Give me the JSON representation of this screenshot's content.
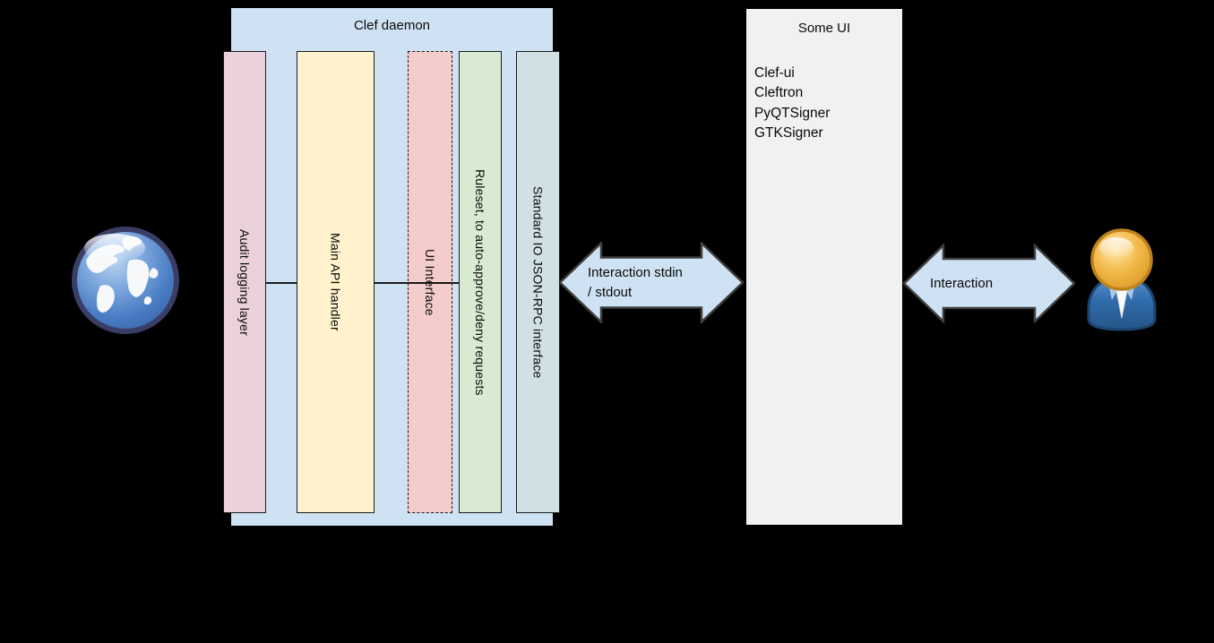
{
  "colors": {
    "background": "#000000",
    "clef_box_fill": "#cfe2f3",
    "some_ui_fill": "#f1f1f1",
    "arrow_fill": "#cfe2f3",
    "arrow_stroke": "#3e3e3e",
    "connector": "#1a1a1a"
  },
  "clef_daemon": {
    "title": "Clef daemon",
    "fill": "#cfe2f3",
    "layers": [
      {
        "label": "Audit logging layer",
        "fill": "#ead1dc",
        "border": "solid"
      },
      {
        "label": "Main API handler",
        "fill": "#fff2cc",
        "border": "solid"
      },
      {
        "label": "UI Interface",
        "fill": "#f4cccc",
        "border": "dashed"
      },
      {
        "label": "Ruleset, to auto-approve/deny requests",
        "fill": "#d9ead3",
        "border": "solid"
      },
      {
        "label": "Standard IO JSON-RPC interface",
        "fill": "#d0e0e3",
        "border": "solid"
      }
    ]
  },
  "some_ui": {
    "title": "Some UI",
    "fill": "#f1f1f1",
    "items": [
      "Clef-ui",
      "Cleftron",
      "PyQTSigner",
      "GTKSigner"
    ]
  },
  "arrows": {
    "stdio": {
      "label_line1": "Interaction stdin",
      "label_line2": "/ stdout",
      "fill": "#cfe2f3"
    },
    "user": {
      "label": "Interaction",
      "fill": "#cfe2f3"
    }
  },
  "icons": {
    "left": "globe-icon",
    "right": "person-icon"
  }
}
